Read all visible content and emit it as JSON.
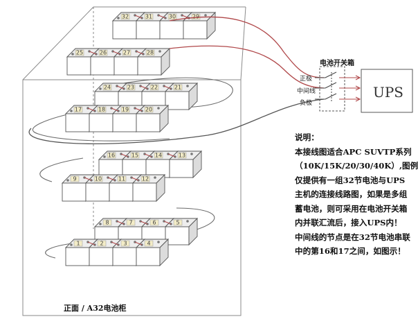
{
  "switch_box": {
    "title": "电池开关箱",
    "positive_label": "正极",
    "middle_label": "中间线",
    "negative_label": "负极"
  },
  "ups": {
    "label": "UPS"
  },
  "description": {
    "lines": [
      "说明：",
      "本接线图适合APC SUVTP系列",
      "（10K/15K/20/30/40K）,图例",
      "仅提供有一组32节电池与UPS",
      "主机的连接线路图，如果是多组",
      "蓄电池，则可采用在电池开关箱",
      "内并联汇流后，接入UPS内！",
      "中间线的节点是在32节电池串联",
      "中的第16和17之间，如图示！"
    ]
  },
  "cabinet": {
    "label": "正面 / A32电池柜"
  },
  "battery_numbers": {
    "layer1_back": [
      "32",
      "31",
      "30",
      "29"
    ],
    "layer1_front": [
      "25",
      "26",
      "27",
      "28"
    ],
    "layer2_back": [
      "24",
      "23",
      "22",
      "21"
    ],
    "layer2_front": [
      "17",
      "18",
      "19",
      "20"
    ],
    "layer3_back": [
      "16",
      "15",
      "14",
      "13"
    ],
    "layer3_front": [
      "9",
      "10",
      "11",
      "12"
    ],
    "layer4_back": [
      "8",
      "7",
      "6",
      "5"
    ],
    "layer4_front": [
      "1",
      "2",
      "3",
      "4"
    ]
  },
  "colors": {
    "wire": "#b0484a",
    "line": "#555555",
    "ink": "#111111"
  }
}
